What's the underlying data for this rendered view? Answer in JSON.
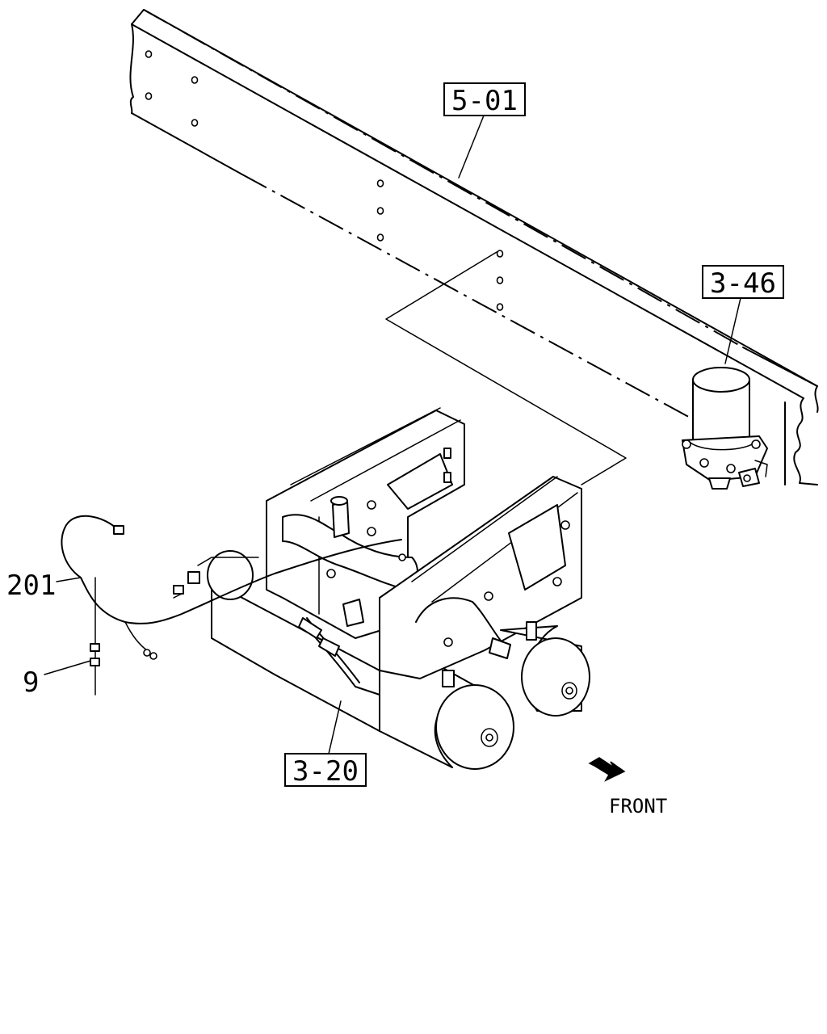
{
  "callouts": {
    "frame_ref": "5-01",
    "dryer_ref": "3-46",
    "tank_ref": "3-20",
    "harness_ref": "201",
    "clip_ref": "9"
  },
  "direction": {
    "label": "FRONT"
  }
}
